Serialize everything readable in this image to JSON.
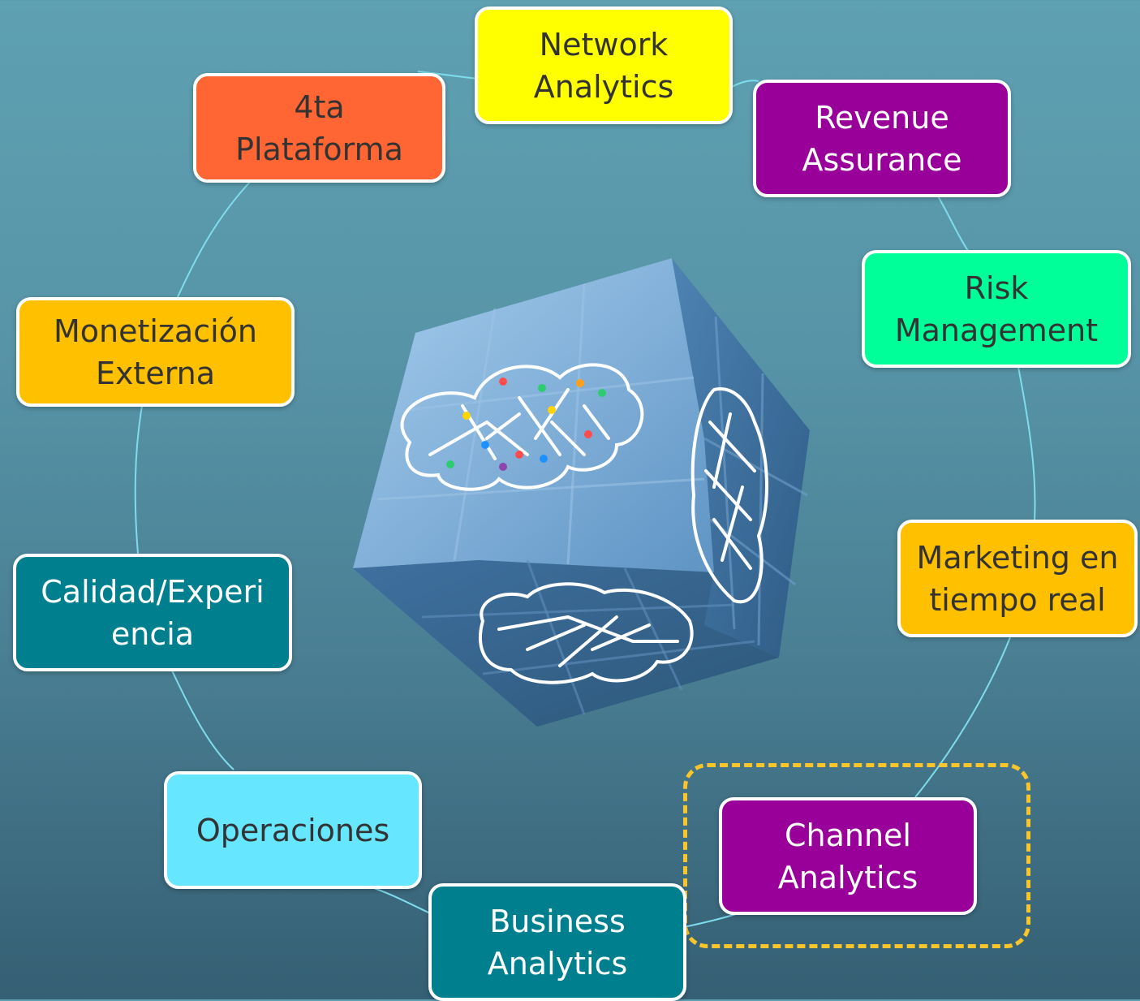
{
  "nodes": [
    {
      "id": "network-analytics",
      "label": "Network\nAnalytics",
      "fill": "#ffff00",
      "text_color": "#333333"
    },
    {
      "id": "revenue-assurance",
      "label": "Revenue\nAssurance",
      "fill": "#990099",
      "text_color": "#ffffff"
    },
    {
      "id": "risk-management",
      "label": "Risk\nManagement",
      "fill": "#00ff99",
      "text_color": "#333333"
    },
    {
      "id": "marketing-tiempo-real",
      "label": "Marketing en\ntiempo real",
      "fill": "#ffc000",
      "text_color": "#333333"
    },
    {
      "id": "channel-analytics",
      "label": "Channel\nAnalytics",
      "fill": "#990099",
      "text_color": "#ffffff"
    },
    {
      "id": "business-analytics",
      "label": "Business\nAnalytics",
      "fill": "#00808f",
      "text_color": "#ffffff"
    },
    {
      "id": "operaciones",
      "label": "Operaciones",
      "fill": "#66e6ff",
      "text_color": "#333333"
    },
    {
      "id": "calidad-experiencia",
      "label": "Calidad/Experi\nencia",
      "fill": "#00808f",
      "text_color": "#ffffff"
    },
    {
      "id": "monetizacion-externa",
      "label": "Monetización\nExterna",
      "fill": "#ffc000",
      "text_color": "#333333"
    },
    {
      "id": "4ta-plataforma",
      "label": "4ta\nPlataforma",
      "fill": "#ff6633",
      "text_color": "#333333"
    }
  ],
  "colors": {
    "ring_line": "#7fdcec",
    "highlight_dash": "#f9c52b",
    "node_border": "#ffffff",
    "cube_light": "#7fb3dd",
    "cube_mid": "#4a7db0",
    "cube_dark": "#33628f"
  },
  "highlight": {
    "target": "channel-analytics",
    "style": "dashed"
  },
  "center_graphic": {
    "icon": "brain-cube-icon"
  }
}
